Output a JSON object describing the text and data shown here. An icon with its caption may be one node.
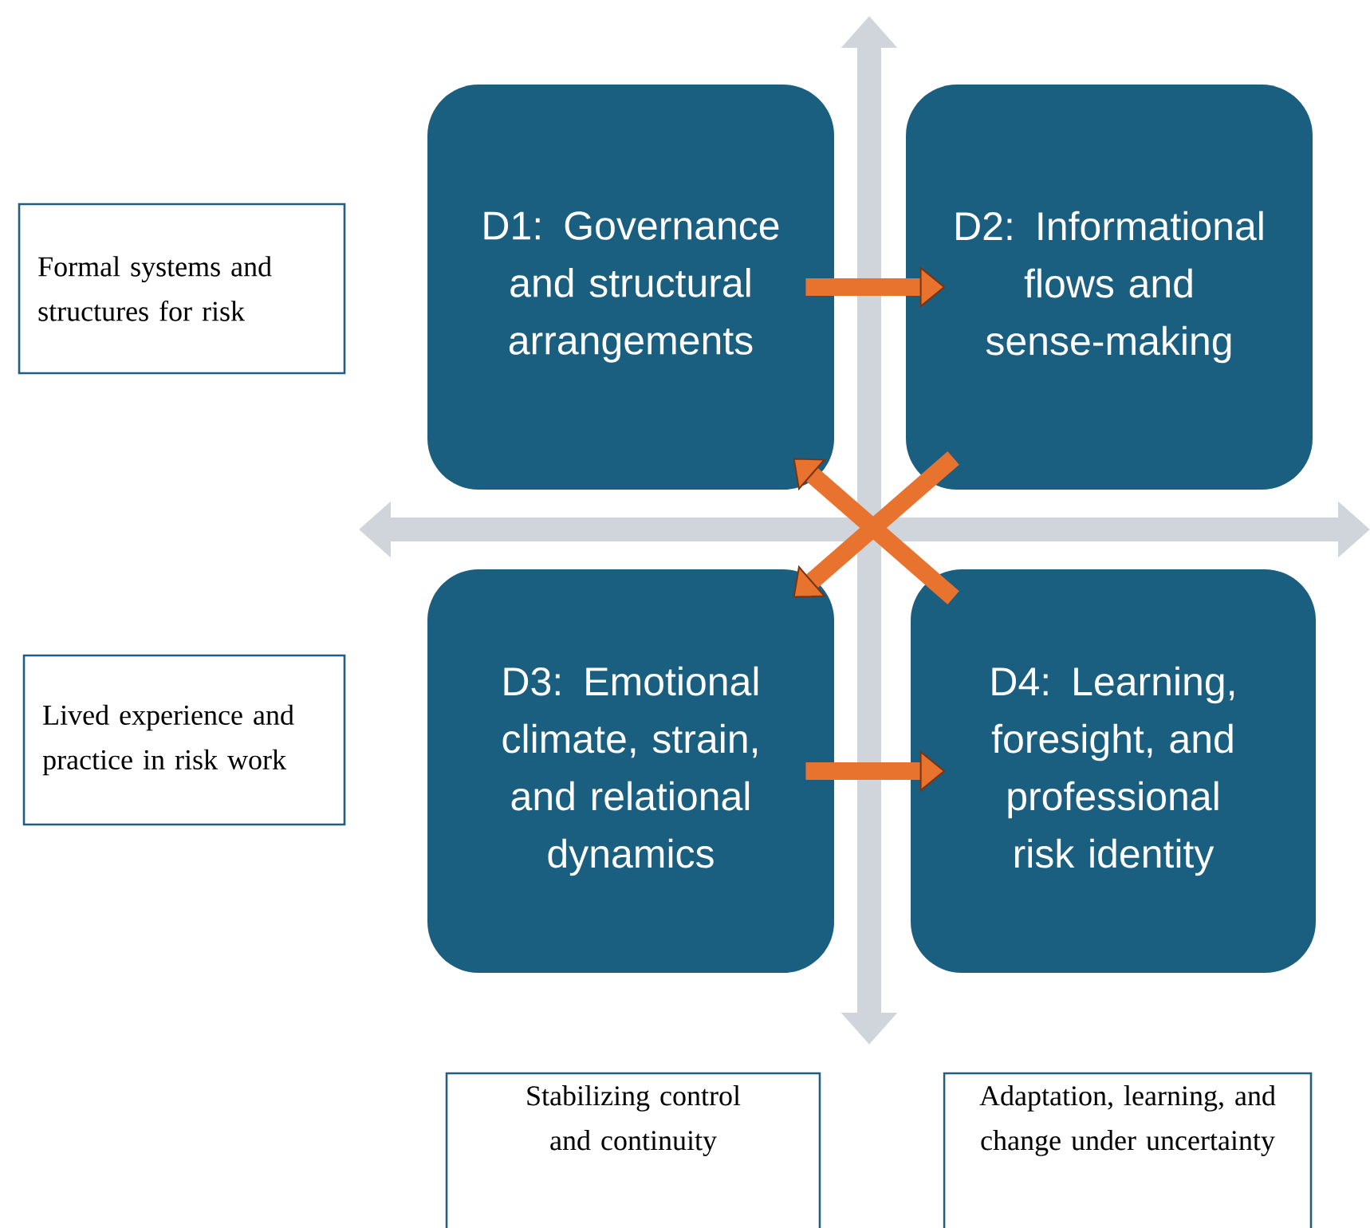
{
  "diagram": {
    "nodes": [
      {
        "text": [
          "D1: Governance and structural arrangements"
        ]
      },
      {
        "text": [
          "D2: Informational flows and sense-making"
        ]
      },
      {
        "text": [
          "D3: Emotional climate, strain, and relational dynamics"
        ]
      },
      {
        "text": [
          "D4: Learning, foresight, and professional risk identity"
        ]
      },
      {
        "text": [
          "Formal systems and structures for risk"
        ]
      },
      {
        "text": [
          "Lived experience and practice in risk work"
        ]
      },
      {
        "text": [
          "Stabilizing control and continuity"
        ]
      },
      {
        "text": [
          "Adaptation, learning, and change under uncertainty"
        ]
      }
    ],
    "edges": [
      {
        "from": 0,
        "to": 1,
        "arrow": "to"
      },
      {
        "from": 3,
        "to": 0,
        "arrow": "to"
      },
      {
        "from": 1,
        "to": 2,
        "arrow": "to"
      },
      {
        "from": 2,
        "to": 3,
        "arrow": "to"
      }
    ]
  }
}
